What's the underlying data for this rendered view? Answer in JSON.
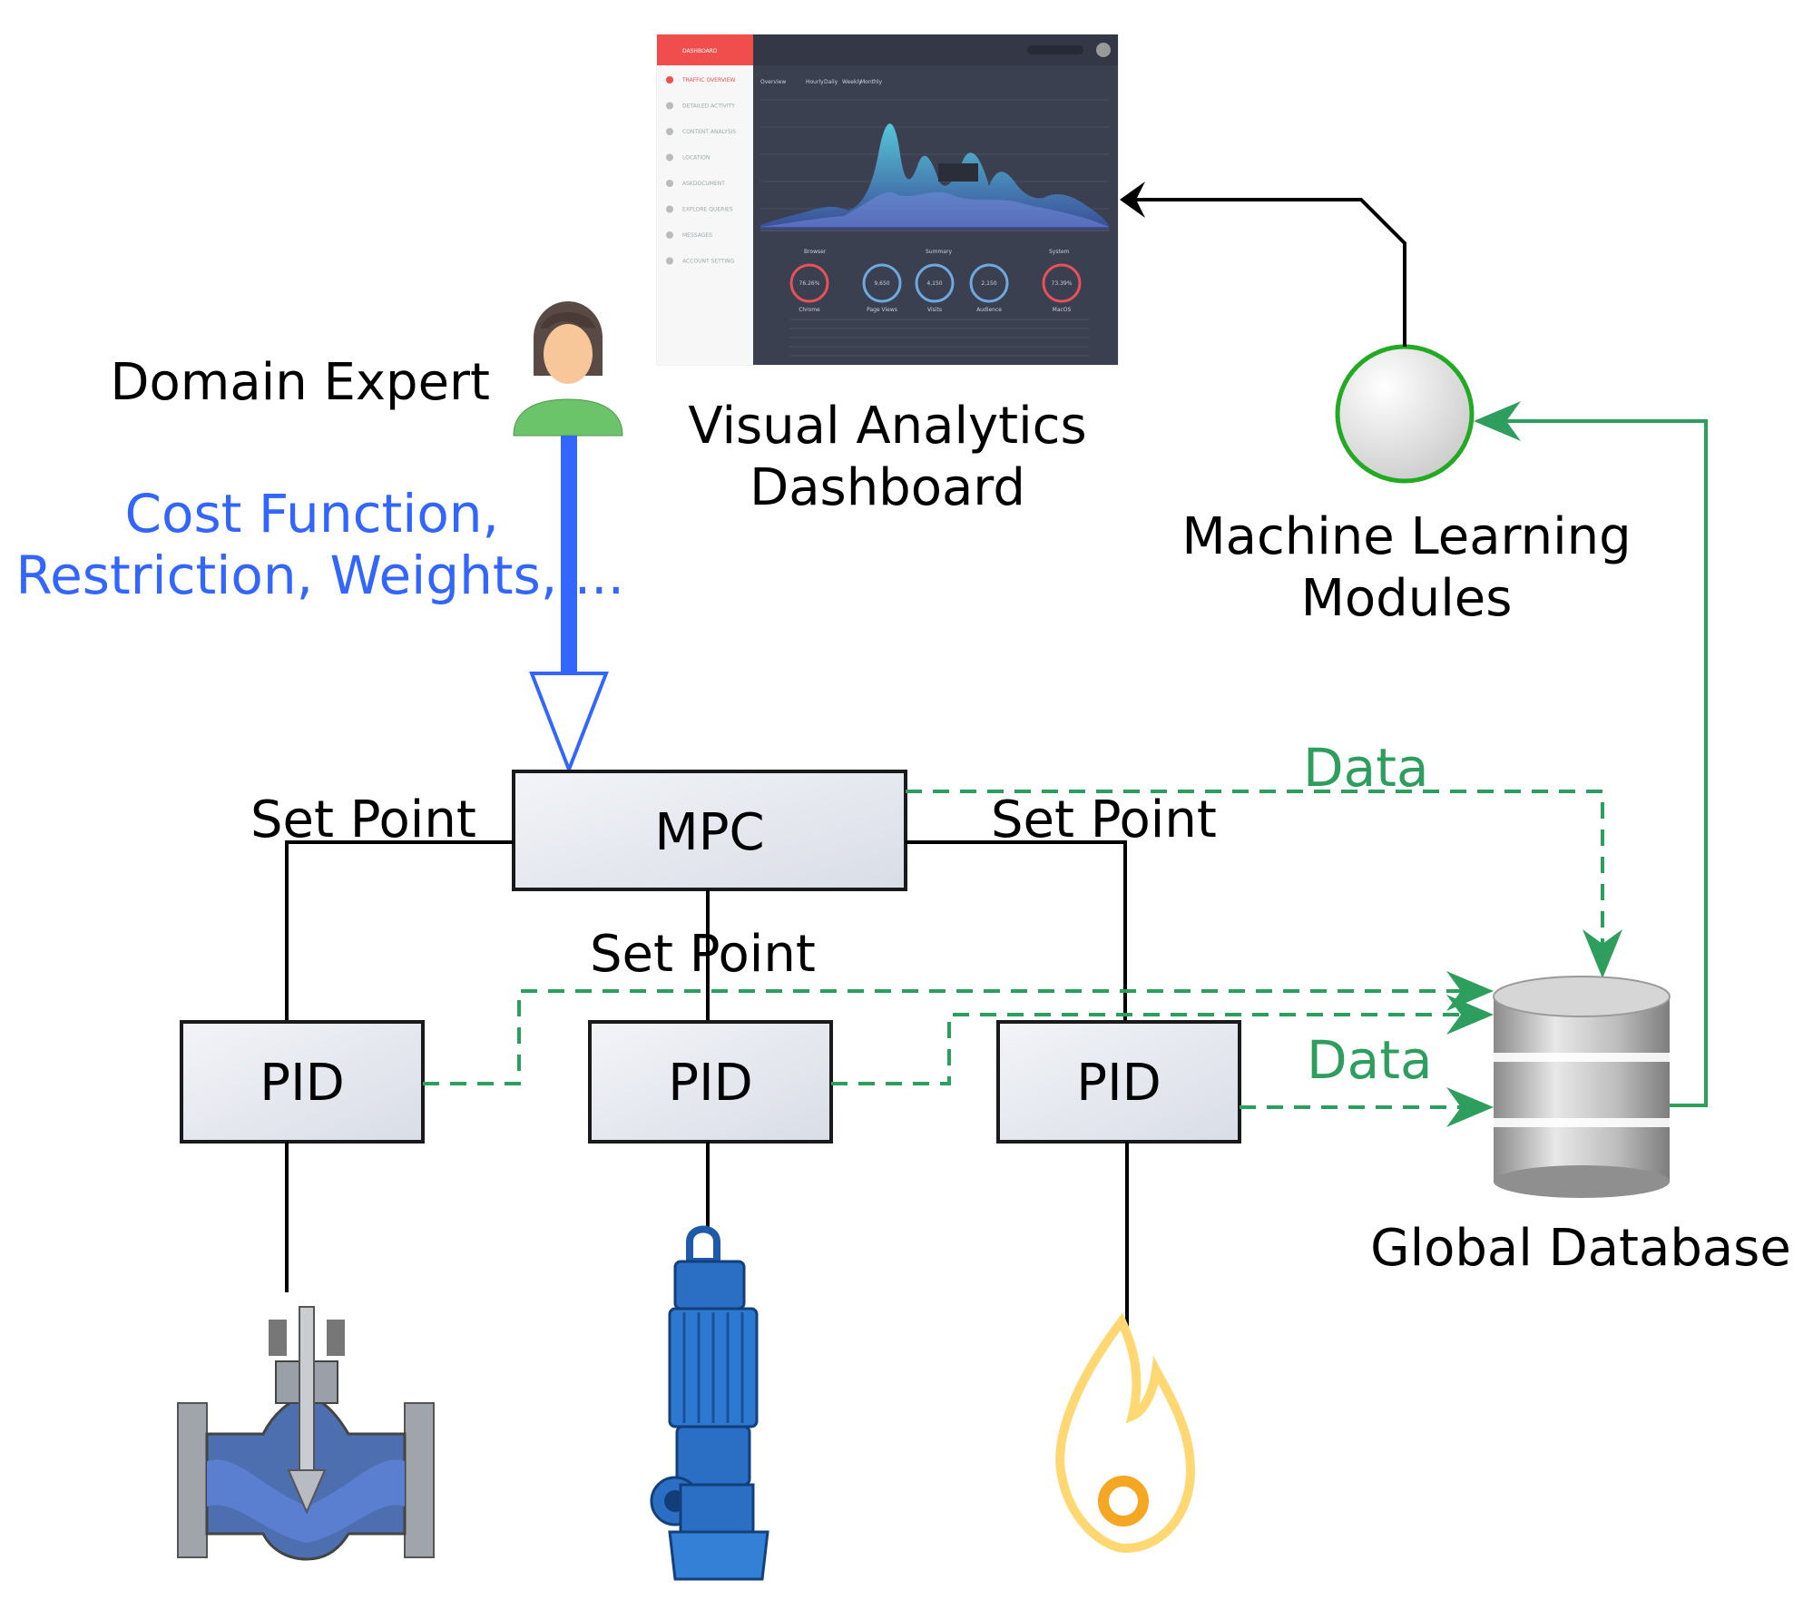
{
  "diagram": {
    "colors": {
      "control_line": "#000000",
      "data_line": "#2e9e5f",
      "domain_expert_arrow": "#3366ff",
      "ml_module_border": "#22aa22",
      "box_fill": "#e6e9f0"
    },
    "dashboard": {
      "title": "Visual Analytics\nDashboard",
      "title_line1": "Visual Analytics",
      "title_line2": "Dashboard",
      "sidebar_header": "DASHBOARD",
      "sidebar_items": [
        "TRAFFIC OVERVIEW",
        "DETAILED ACTIVITY",
        "CONTENT ANALYSIS",
        "LOCATION",
        "ASKDOCUMENT",
        "EXPLORE QUERIES",
        "MESSAGES",
        "ACCOUNT SETTING"
      ],
      "overview_label": "Overview",
      "tabs": [
        "Hourly",
        "Daily",
        "Weekly",
        "Monthly"
      ],
      "section_labels": [
        "Browser",
        "Summary",
        "System"
      ],
      "gauges": [
        {
          "value": "76.26%",
          "label": "Chrome"
        },
        {
          "value": "9,650",
          "label": "Page Views"
        },
        {
          "value": "4,150",
          "label": "Visits"
        },
        {
          "value": "2,150",
          "label": "Audience"
        },
        {
          "value": "73.39%",
          "label": "MacOS"
        }
      ]
    },
    "domain_expert": {
      "label": "Domain Expert",
      "input_line1": "Cost Function,",
      "input_line2": "Restriction, Weights, ..."
    },
    "ml_modules": {
      "line1": "Machine Learning",
      "line2": "Modules"
    },
    "mpc": {
      "label": "MPC"
    },
    "set_point_labels": [
      "Set Point",
      "Set Point",
      "Set Point"
    ],
    "pid_labels": [
      "PID",
      "PID",
      "PID"
    ],
    "data_labels": [
      "Data",
      "Data"
    ],
    "global_database": {
      "label": "Global Database"
    },
    "devices": [
      "valve-icon",
      "pump-icon",
      "flame-icon"
    ]
  }
}
